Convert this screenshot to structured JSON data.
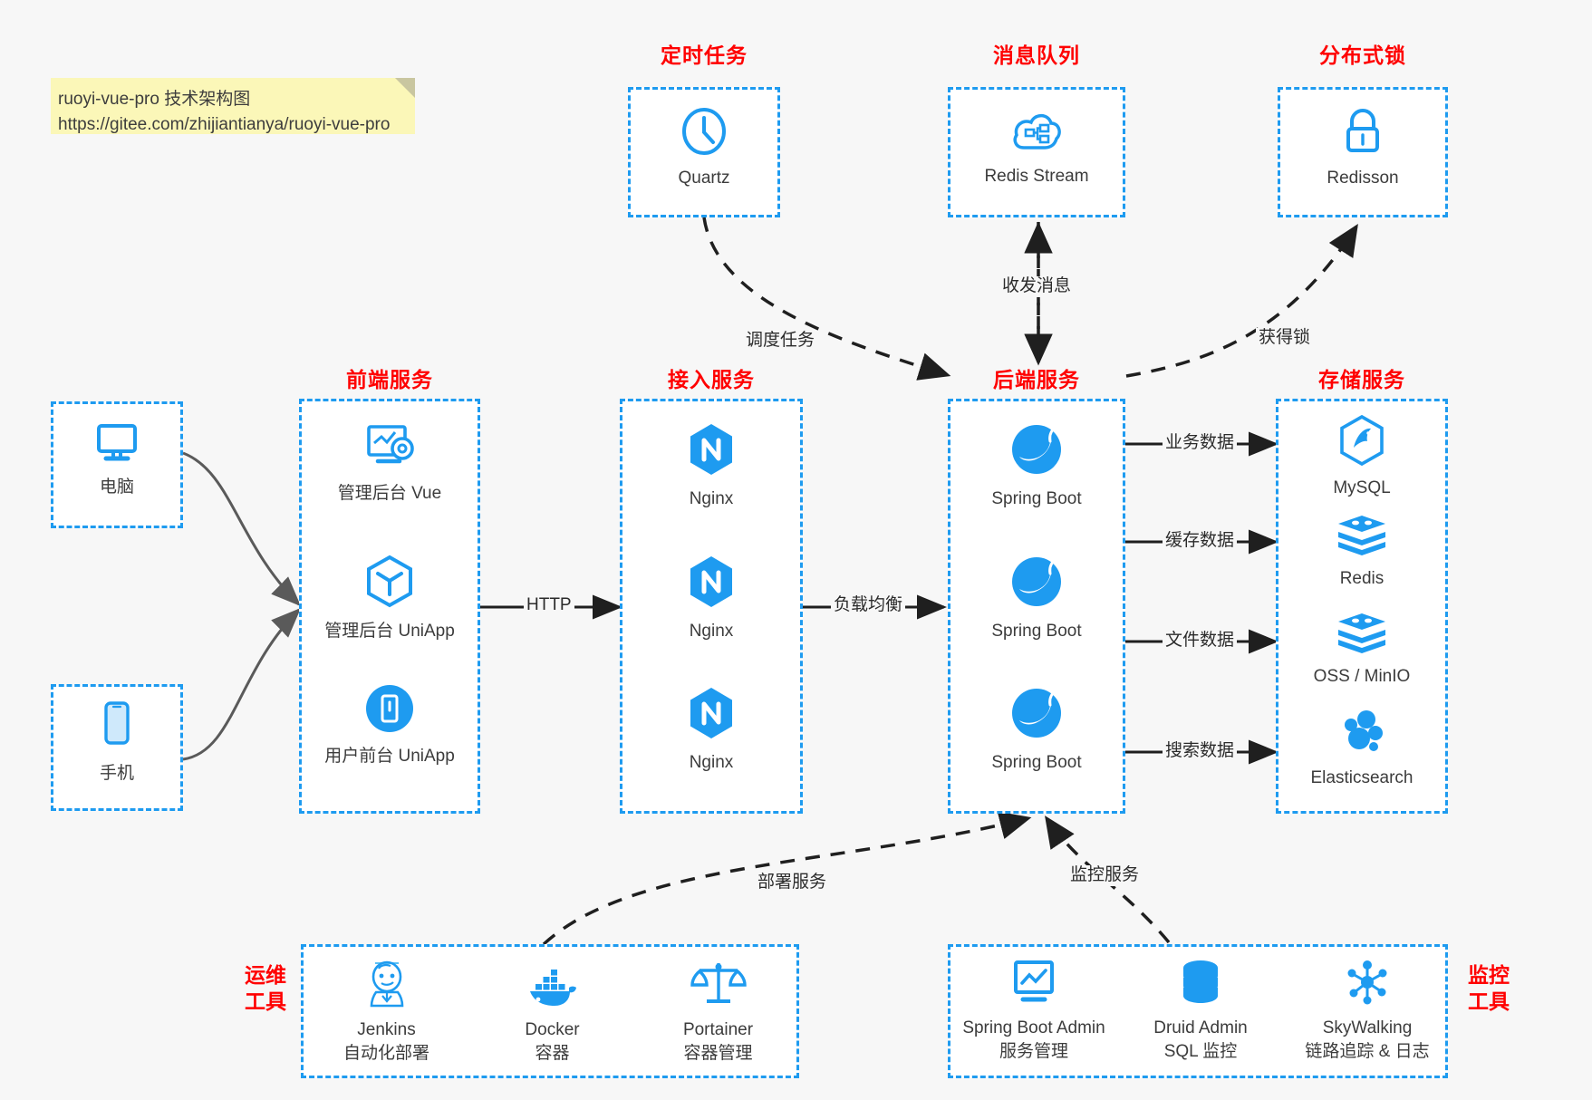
{
  "note": {
    "line1": "ruoyi-vue-pro 技术架构图",
    "line2": "https://gitee.com/zhijiantianya/ruoyi-vue-pro"
  },
  "colors": {
    "group_border": "#1e9bf0",
    "title_red": "#ff0000",
    "icon_blue": "#1e9bf0",
    "background": "#f7f7f7",
    "note_bg": "#fbf7b8",
    "arrow_solid": "#1f1f1f",
    "arrow_curve": "#5a5a5a"
  },
  "groups": {
    "scheduled_task": {
      "title": "定时任务",
      "nodes": [
        {
          "label": "Quartz",
          "icon": "clock-icon"
        }
      ]
    },
    "message_queue": {
      "title": "消息队列",
      "nodes": [
        {
          "label": "Redis Stream",
          "icon": "cloud-stream-icon"
        }
      ]
    },
    "distributed_lock": {
      "title": "分布式锁",
      "nodes": [
        {
          "label": "Redisson",
          "icon": "lock-icon"
        }
      ]
    },
    "clients": {
      "nodes": [
        {
          "label": "电脑",
          "icon": "desktop-icon"
        },
        {
          "label": "手机",
          "icon": "mobile-icon"
        }
      ]
    },
    "frontend": {
      "title": "前端服务",
      "nodes": [
        {
          "label": "管理后台 Vue",
          "icon": "dashboard-icon"
        },
        {
          "label": "管理后台 UniApp",
          "icon": "cube-icon"
        },
        {
          "label": "用户前台 UniApp",
          "icon": "app-circle-icon"
        }
      ]
    },
    "gateway": {
      "title": "接入服务",
      "nodes": [
        {
          "label": "Nginx",
          "icon": "nginx-icon"
        },
        {
          "label": "Nginx",
          "icon": "nginx-icon"
        },
        {
          "label": "Nginx",
          "icon": "nginx-icon"
        }
      ]
    },
    "backend": {
      "title": "后端服务",
      "nodes": [
        {
          "label": "Spring Boot",
          "icon": "spring-icon"
        },
        {
          "label": "Spring Boot",
          "icon": "spring-icon"
        },
        {
          "label": "Spring Boot",
          "icon": "spring-icon"
        }
      ]
    },
    "storage": {
      "title": "存储服务",
      "nodes": [
        {
          "label": "MySQL",
          "icon": "mysql-icon"
        },
        {
          "label": "Redis",
          "icon": "redis-icon"
        },
        {
          "label": "OSS / MinIO",
          "icon": "redis-icon"
        },
        {
          "label": "Elasticsearch",
          "icon": "elasticsearch-icon"
        }
      ]
    },
    "devops": {
      "title_line1": "运维",
      "title_line2": "工具",
      "nodes": [
        {
          "label": "Jenkins",
          "sublabel": "自动化部署",
          "icon": "jenkins-icon"
        },
        {
          "label": "Docker",
          "sublabel": "容器",
          "icon": "docker-icon"
        },
        {
          "label": "Portainer",
          "sublabel": "容器管理",
          "icon": "scales-icon"
        }
      ]
    },
    "monitor": {
      "title_line1": "监控",
      "title_line2": "工具",
      "nodes": [
        {
          "label": "Spring Boot Admin",
          "sublabel": "服务管理",
          "icon": "monitor-chart-icon"
        },
        {
          "label": "Druid Admin",
          "sublabel": "SQL 监控",
          "icon": "database-icon"
        },
        {
          "label": "SkyWalking",
          "sublabel": "链路追踪 & 日志",
          "icon": "skywalking-icon"
        }
      ]
    }
  },
  "edges": [
    {
      "id": "http",
      "label": "HTTP"
    },
    {
      "id": "lb",
      "label": "负载均衡"
    },
    {
      "id": "schedule",
      "label": "调度任务"
    },
    {
      "id": "mq",
      "label": "收发消息"
    },
    {
      "id": "lock",
      "label": "获得锁"
    },
    {
      "id": "biz-data",
      "label": "业务数据"
    },
    {
      "id": "cache-data",
      "label": "缓存数据"
    },
    {
      "id": "file-data",
      "label": "文件数据"
    },
    {
      "id": "search-data",
      "label": "搜索数据"
    },
    {
      "id": "deploy",
      "label": "部署服务"
    },
    {
      "id": "monitor",
      "label": "监控服务"
    }
  ]
}
